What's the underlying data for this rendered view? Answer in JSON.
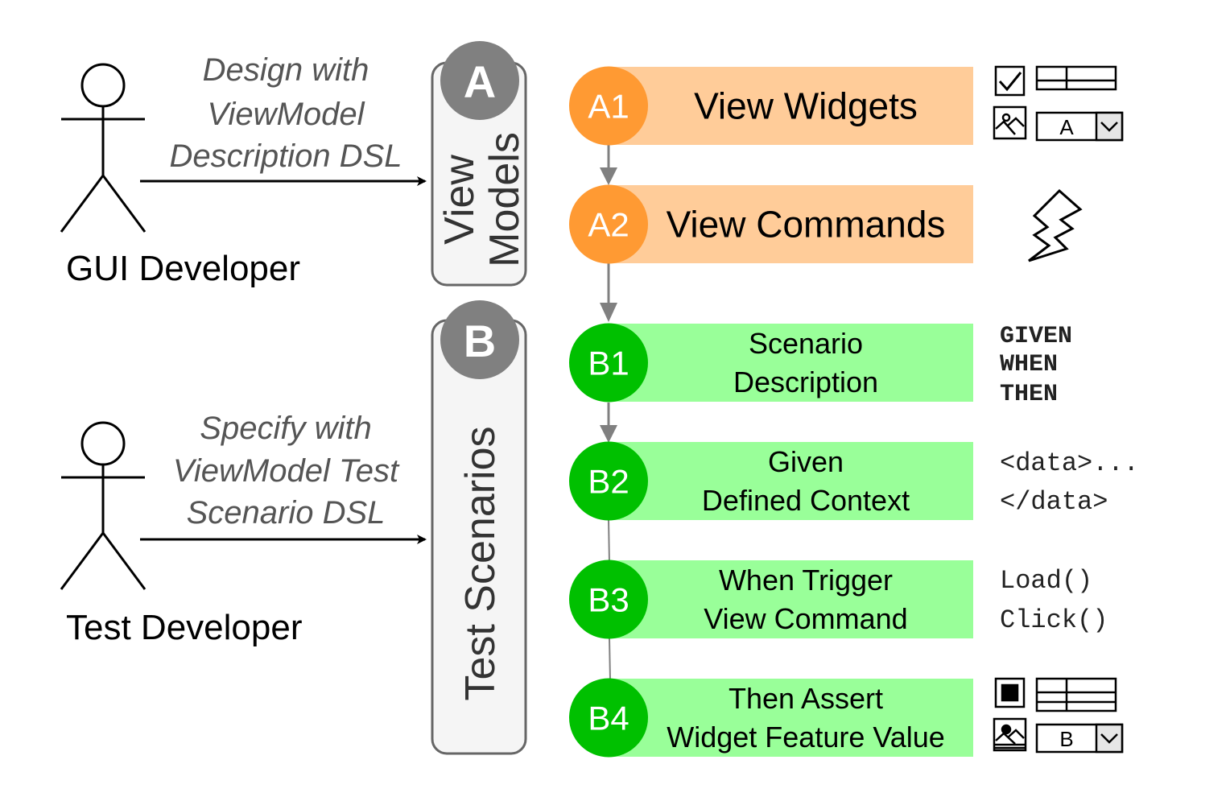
{
  "actors": [
    {
      "id": "gui-developer",
      "label": "GUI Developer",
      "arrow_label": [
        "Design with",
        "ViewModel",
        "Description DSL"
      ]
    },
    {
      "id": "test-developer",
      "label": "Test Developer",
      "arrow_label": [
        "Specify with",
        "ViewModel Test",
        "Scenario DSL"
      ]
    }
  ],
  "groups": [
    {
      "id": "A",
      "badge": "A",
      "title_lines": [
        "View",
        "Models"
      ]
    },
    {
      "id": "B",
      "badge": "B",
      "title_lines": [
        "Test Scenarios"
      ]
    }
  ],
  "steps": [
    {
      "id": "A1",
      "lines": [
        "View Widgets"
      ],
      "group": "A"
    },
    {
      "id": "A2",
      "lines": [
        "View Commands"
      ],
      "group": "A"
    },
    {
      "id": "B1",
      "lines": [
        "Scenario",
        "Description"
      ],
      "group": "B"
    },
    {
      "id": "B2",
      "lines": [
        "Given",
        "Defined Context"
      ],
      "group": "B"
    },
    {
      "id": "B3",
      "lines": [
        "When Trigger",
        "View Command"
      ],
      "group": "B"
    },
    {
      "id": "B4",
      "lines": [
        "Then Assert",
        "Widget Feature Value"
      ],
      "group": "B"
    }
  ],
  "annotations": {
    "a1_widgets": {
      "dropdown_value": "A"
    },
    "b1_keywords": [
      "GIVEN",
      "WHEN",
      "THEN"
    ],
    "b2_code": [
      "<data>...",
      "</data>"
    ],
    "b3_code": [
      "Load()",
      "Click()"
    ],
    "b4_widgets": {
      "dropdown_value": "B"
    }
  },
  "colors": {
    "group_a_circle": "#FF9A33",
    "group_a_bar": "#FFCC99",
    "group_b_circle": "#00C000",
    "group_b_bar": "#99FF99",
    "group_badge": "#808080",
    "group_panel_fill": "#F5F5F5",
    "group_panel_stroke": "#666666",
    "connector": "#808080",
    "arrow_label_text": "#555555",
    "text": "#000000"
  }
}
